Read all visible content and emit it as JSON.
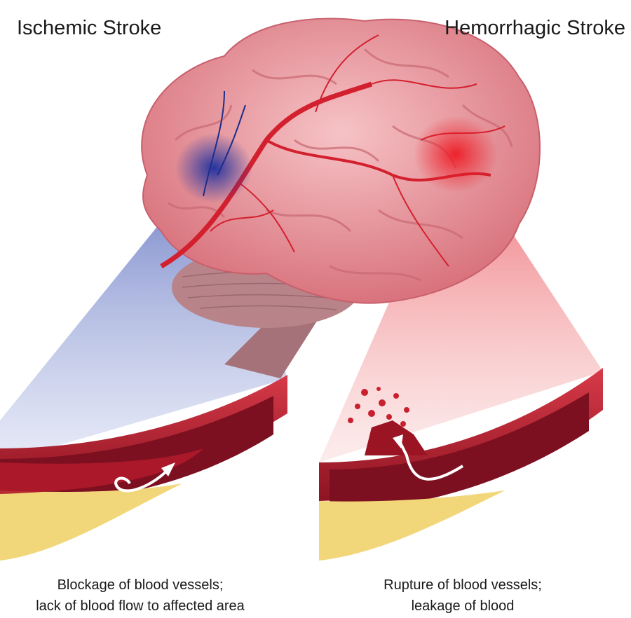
{
  "titles": {
    "left": "Ischemic Stroke",
    "right": "Hemorrhagic Stroke"
  },
  "captions": {
    "left": [
      "Blockage of blood vessels;",
      "lack of blood flow to affected area"
    ],
    "right": [
      "Rupture of blood vessels;",
      "leakage of blood"
    ]
  },
  "colors": {
    "brain": "#e99aa0",
    "vessel": "#b0202e",
    "ischemic_highlight": "#2b3fa8",
    "hemorrhagic_highlight": "#e8262f",
    "plaque": "#f2d77a"
  }
}
